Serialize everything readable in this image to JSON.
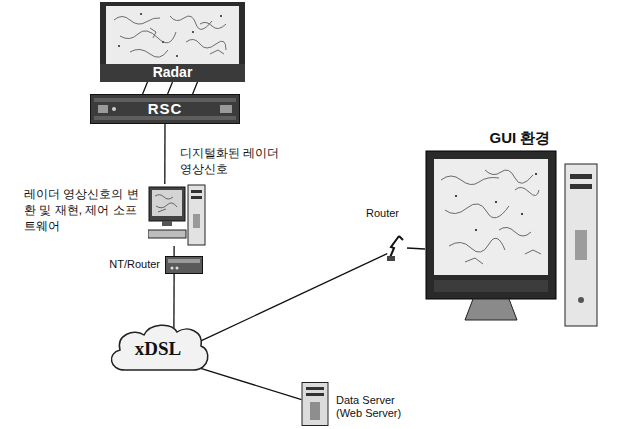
{
  "diagram": {
    "nodes": [
      {
        "text": [
          "Radar"
        ]
      },
      {
        "text": [
          "RSC"
        ]
      },
      {
        "text": [
          "레이더 영상신호의 변환 및 재현, 제어 소프트웨어"
        ]
      },
      {
        "text": [
          "GUI 환경"
        ]
      },
      {
        "text": [
          "Router"
        ]
      },
      {
        "text": [
          "NT/Router"
        ]
      },
      {
        "text": [
          "xDSL"
        ]
      },
      {
        "text": [
          "Data Server (Web Server)"
        ]
      }
    ],
    "edges": [
      {
        "from": 0,
        "to": 1,
        "arrow": "none"
      },
      {
        "from": 1,
        "to": 2,
        "arrow": "none",
        "label": "디지털화된 레이더 영상신호"
      },
      {
        "from": 2,
        "to": 5,
        "arrow": "none"
      },
      {
        "from": 5,
        "to": 6,
        "arrow": "none"
      },
      {
        "from": 6,
        "to": 4,
        "arrow": "none"
      },
      {
        "from": 4,
        "to": 3,
        "arrow": "none"
      },
      {
        "from": 6,
        "to": 7,
        "arrow": "none"
      }
    ]
  }
}
